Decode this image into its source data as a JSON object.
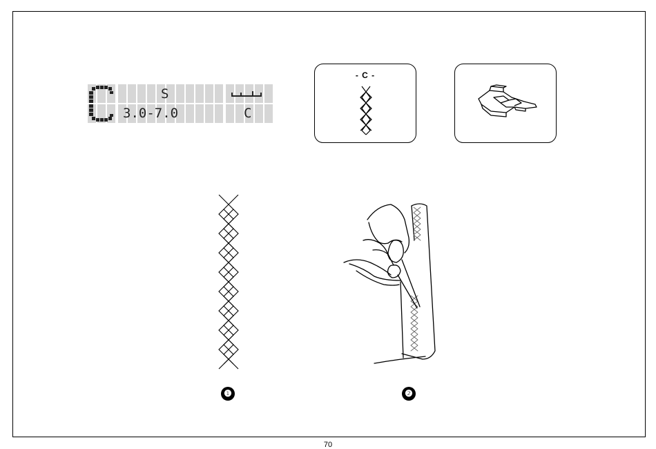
{
  "lcd": {
    "mode_letter": "C",
    "stitch_symbol": "S",
    "width_range": "3.0-7.0",
    "foot_code": "C",
    "hem_icon": "blind-hem-icon"
  },
  "stitch_box": {
    "label": "- C -",
    "icon": "double-cross-stitch-icon"
  },
  "foot_box": {
    "icon": "presser-foot-icon"
  },
  "markers": {
    "one": "❶",
    "two": "❷"
  },
  "page_number": "70"
}
